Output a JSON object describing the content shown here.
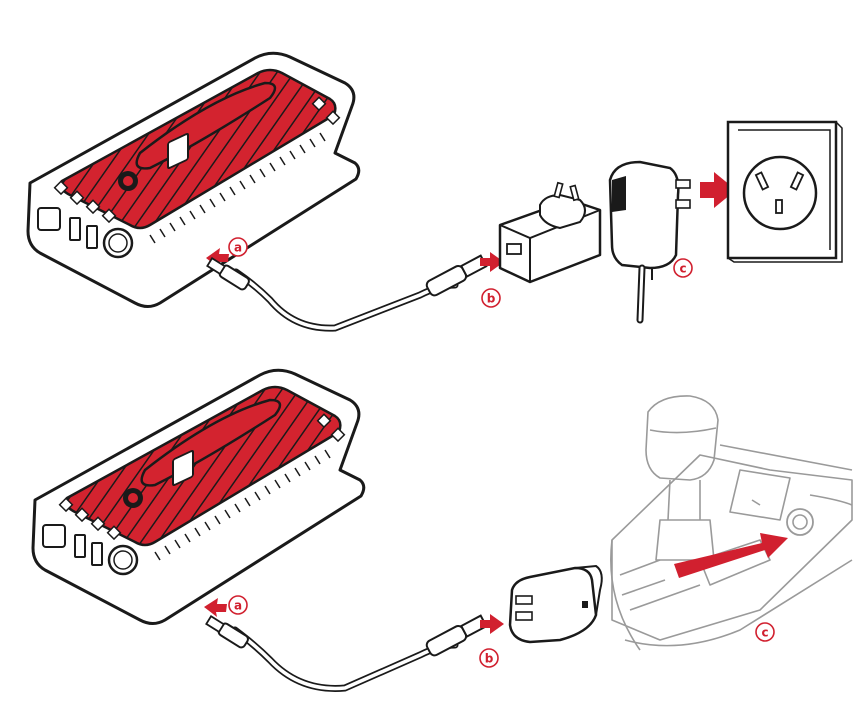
{
  "top_diagram": {
    "step_labels": {
      "a": "a",
      "b": "b",
      "c": "c"
    },
    "devices": [
      "jump-starter",
      "micro-usb-cable",
      "wall-adapter",
      "wall-outlet"
    ]
  },
  "bottom_diagram": {
    "step_labels": {
      "a": "a",
      "b": "b",
      "c": "c"
    },
    "devices": [
      "jump-starter",
      "micro-usb-cable",
      "car-charger",
      "car-console-socket"
    ]
  },
  "colors": {
    "accent": "#d1202f",
    "device_red": "#d3232f",
    "outline": "#1a1a1a",
    "light_outline": "#9a9a9a",
    "background": "#ffffff"
  }
}
